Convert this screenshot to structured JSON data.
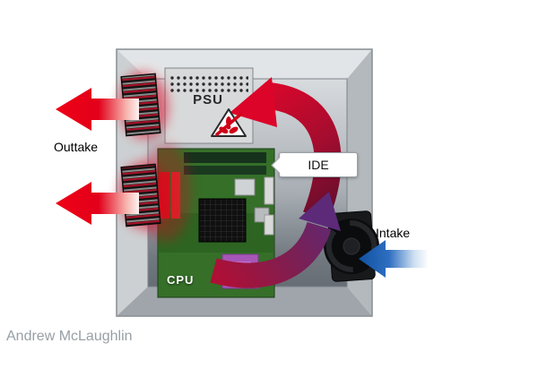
{
  "diagram": {
    "labels": {
      "psu": "PSU",
      "cpu": "CPU",
      "ide": "IDE",
      "outtake": "Outtake",
      "intake": "Intake"
    },
    "credit": "Andrew McLaughlin",
    "colors": {
      "outtake_arrow_red": "#e2001a",
      "intake_arrow_blue": "#1d5fb0",
      "airflow_hot_red": "#d8052a",
      "airflow_mix_purple": "#5c2a78",
      "motherboard_green": "#356f28",
      "case_gray": "#c3c8cc",
      "credit_gray": "#97a0a6"
    },
    "icons": {
      "warning": "no-fan-warning-icon",
      "fan": "case-fan-icon",
      "vent": "vent-grille-icon"
    }
  }
}
